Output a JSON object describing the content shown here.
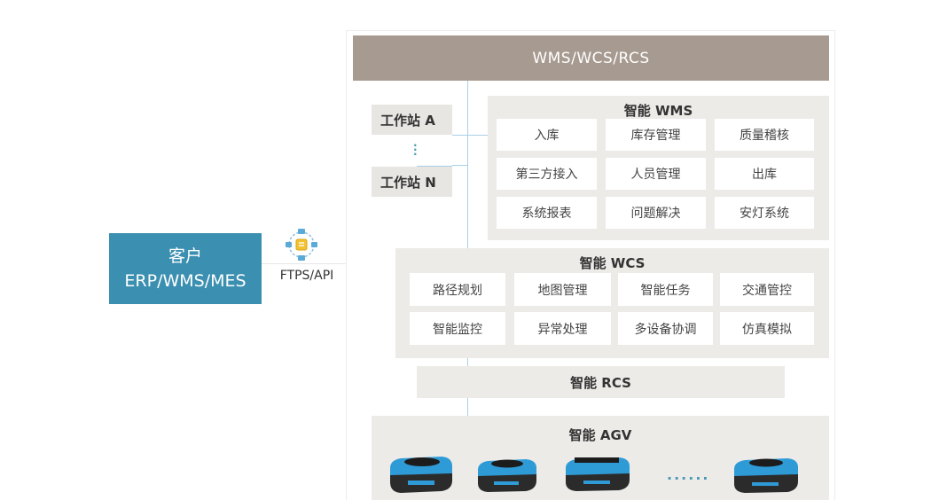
{
  "customer": {
    "line1": "客户",
    "line2": "ERP/WMS/MES"
  },
  "api": {
    "label": "FTPS/API"
  },
  "header": {
    "title": "WMS/WCS/RCS"
  },
  "stations": {
    "a": "工作站 A",
    "n": "工作站 N"
  },
  "wms": {
    "title": "智能 WMS",
    "rows": [
      [
        "入库",
        "库存管理",
        "质量稽核"
      ],
      [
        "第三方接入",
        "人员管理",
        "出库"
      ],
      [
        "系统报表",
        "问题解决",
        "安灯系统"
      ]
    ]
  },
  "wcs": {
    "title": "智能 WCS",
    "rows": [
      [
        "路径规划",
        "地图管理",
        "智能任务",
        "交通管控"
      ],
      [
        "智能监控",
        "异常处理",
        "多设备协调",
        "仿真模拟"
      ]
    ]
  },
  "rcs": {
    "title": "智能 RCS"
  },
  "agv": {
    "title": "智能 AGV",
    "ellipsis": "......"
  },
  "colors": {
    "accent": "#3b8fb0",
    "header": "#a79a90",
    "panel": "#edebe8"
  }
}
